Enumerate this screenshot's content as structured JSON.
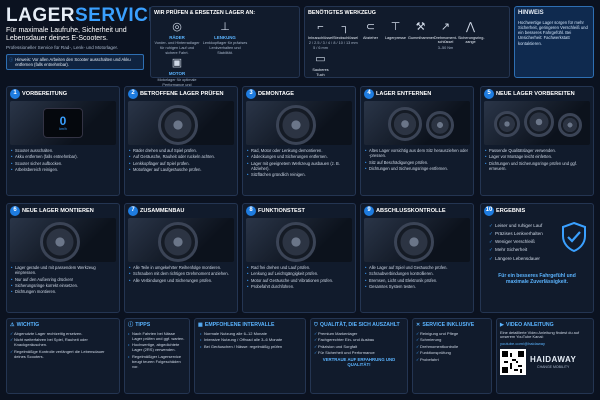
{
  "header": {
    "title_a": "LAGER",
    "title_b": "SERVICE",
    "subtitle": "Für maximale Laufruhe, Sicherheit und Lebensdauer deines E-Scooters.",
    "sub2": "Professioneller Service für Rad-, Lenk- und Motorlager.",
    "note": "Hinweis: Vor allen Arbeiten den Scooter ausschalten und Akku entfernen (falls entnehmbar)."
  },
  "wir_pruefen": {
    "title": "WIR PRÜFEN & ERSETZEN LAGER AN:",
    "items": [
      {
        "icon": "wheel-icon",
        "glyph": "◎",
        "label": "RÄDER",
        "desc": "Vorder- und Hinterradlager für ruhigen Lauf und sichere Fahrt."
      },
      {
        "icon": "handlebar-icon",
        "glyph": "⊥",
        "label": "LENKUNG",
        "desc": "Lenkkopflager für präzises Lenkverhalten und Stabilität."
      },
      {
        "icon": "motor-icon",
        "glyph": "▣",
        "label": "MOTOR",
        "desc": "Motorlager für optimale Performance und geräuscharmen Betrieb."
      }
    ]
  },
  "werkzeug": {
    "title": "BENÖTIGTES WERKZEUG",
    "items": [
      {
        "glyph": "⌐",
        "label": "Inbusschlüssel",
        "desc": "2 / 2.5 / 3 / 4 / 5 / 6 mm"
      },
      {
        "glyph": "┐",
        "label": "Steckschlüssel",
        "desc": "8 / 10 / 13 mm"
      },
      {
        "glyph": "⊂",
        "label": "Abzieher",
        "desc": ""
      },
      {
        "glyph": "⊤",
        "label": "Lagerpresse",
        "desc": ""
      },
      {
        "glyph": "⚒",
        "label": "Gummihammer",
        "desc": ""
      },
      {
        "glyph": "↗",
        "label": "Drehmoment-schlüssel",
        "desc": "3–50 Nm"
      },
      {
        "glyph": "⋀",
        "label": "Sicherungsring-zange",
        "desc": ""
      },
      {
        "glyph": "▭",
        "label": "Sauberes Tuch",
        "desc": ""
      }
    ]
  },
  "hinweis": {
    "title": "HINWEIS",
    "text": "Hochwertige Lager sorgen für mehr Sicherheit, geringeren Verschleiß und ein besseres Fahrgefühl. Bei Unsicherheit: Fachwerkstatt kontaktieren."
  },
  "steps": [
    {
      "num": "1",
      "title": "VORBEREITUNG",
      "items": [
        "Scooter ausschalten.",
        "Akku entfernen (falls entnehmbar).",
        "Scooter sicher aufbocken.",
        "Arbeitsbereich reinigen."
      ]
    },
    {
      "num": "2",
      "title": "BETROFFENE LAGER PRÜFEN",
      "items": [
        "Räder drehen und auf Spiel prüfen.",
        "Auf Geräusche, Rauheit oder ruckeln achten.",
        "Lenkkopflager auf Spiel prüfen.",
        "Motorlager auf Laufgeräusche prüfen."
      ]
    },
    {
      "num": "3",
      "title": "DEMONTAGE",
      "items": [
        "Rad, Motor oder Lenkung demontieren.",
        "Abdeckungen und Sicherungen entfernen.",
        "Lager mit geeignetem Werkzeug ausbauen (z. B. Abzieher).",
        "Sitzflächen gründlich reinigen."
      ]
    },
    {
      "num": "4",
      "title": "LAGER ENTFERNEN",
      "items": [
        "Altes Lager vorsichtig aus dem Sitz herausziehen oder -pressen.",
        "Sitz auf Beschädigungen prüfen.",
        "Dichtungen und Sicherungsringe entfernen."
      ]
    },
    {
      "num": "5",
      "title": "NEUE LAGER VORBEREITEN",
      "items": [
        "Passende Qualitätslager verwenden.",
        "Lager vor Montage leicht einfetten.",
        "Dichtungen und Sicherungsringe prüfen und ggf. erneuern."
      ]
    },
    {
      "num": "6",
      "title": "NEUE LAGER MONTIEREN",
      "items": [
        "Lager gerade und mit passendem Werkzeug einpressen.",
        "Nur auf den Außenring drücken!",
        "Sicherungsringe korrekt einsetzen.",
        "Dichtungen montieren."
      ]
    },
    {
      "num": "7",
      "title": "ZUSAMMENBAU",
      "items": [
        "Alle Teile in umgekehrter Reihenfolge montieren.",
        "Schrauben mit dem richtigen Drehmoment anziehen.",
        "Alle Verbindungen und Sicherungen prüfen."
      ]
    },
    {
      "num": "8",
      "title": "FUNKTIONSTEST",
      "items": [
        "Rad frei drehen und Lauf prüfen.",
        "Lenkung auf Leichtgängigkeit prüfen.",
        "Motor auf Geräusche und Vibrationen prüfen.",
        "Probefahrt durchführen."
      ]
    },
    {
      "num": "9",
      "title": "ABSCHLUSSKONTROLLE",
      "items": [
        "Alle Lager auf Spiel und Geräusche prüfen.",
        "Schraubverbindungen kontrollieren.",
        "Bremsen, Licht und Elektronik prüfen.",
        "Gesamtes System testen."
      ]
    }
  ],
  "ergebnis": {
    "num": "10",
    "title": "ERGEBNIS",
    "items": [
      "Leiser und ruhiger Lauf",
      "Präzises Lenkverhalten",
      "Weniger Verschleiß",
      "Mehr Sicherheit",
      "Längere Lebensdauer"
    ],
    "footer": "Für ein besseres Fahrgefühl und maximale Zuverlässigkeit."
  },
  "wichtig": {
    "title": "WICHTIG",
    "items": [
      "Abgenutzte Lager rechtzeitig ersetzen.",
      "Nicht weiterfahren bei Spiel, Rauheit oder Knackgeräuschen.",
      "Regelmäßige Kontrolle verlängert die Lebensdauer deines Scooters."
    ]
  },
  "tipps": {
    "title": "TIPPS",
    "items": [
      "Nach Fahrten bei Nässe Lager prüfen und ggf. warten.",
      "Hochwertige, abgedichtete Lager (2RS) verwenden.",
      "Regelmäßiger Lagerservice beugt teuren Folgeschäden vor."
    ]
  },
  "intervalle": {
    "title": "EMPFOHLENE INTERVALLE",
    "items": [
      "Normale Nutzung alle 6–12 Monate",
      "Intensive Nutzung / Offroad alle 3–6 Monate",
      "Bei Geräuschen / Nässe: regelmäßig prüfen"
    ]
  },
  "qualitaet": {
    "title": "QUALITÄT, DIE SICH AUSZAHLT",
    "items": [
      "Premium Markenlager",
      "Fachgerechter Ein- und Ausbau",
      "Präzision und Sorgfalt",
      "Für Sicherheit und Performance"
    ],
    "footer": "VERTRAUE AUF ERFAHRUNG UND QUALITÄT!"
  },
  "service": {
    "title": "SERVICE INKLUSIVE",
    "items": [
      "Reinigung und Pflege",
      "Schmierung",
      "Drehmomentkontrolle",
      "Funktionsprüfung",
      "Probefahrt"
    ]
  },
  "video": {
    "title": "VIDEO ANLEITUNG",
    "text": "Eine detaillierte Video Anleitung findest du auf unserem YouTube Kanal:",
    "url": "youtube.com/@haidaway",
    "brand": "HAIDAWAY",
    "brand_sub": "CHANGE MOBILITY"
  },
  "display": {
    "speed": "0",
    "unit": "km/h"
  }
}
